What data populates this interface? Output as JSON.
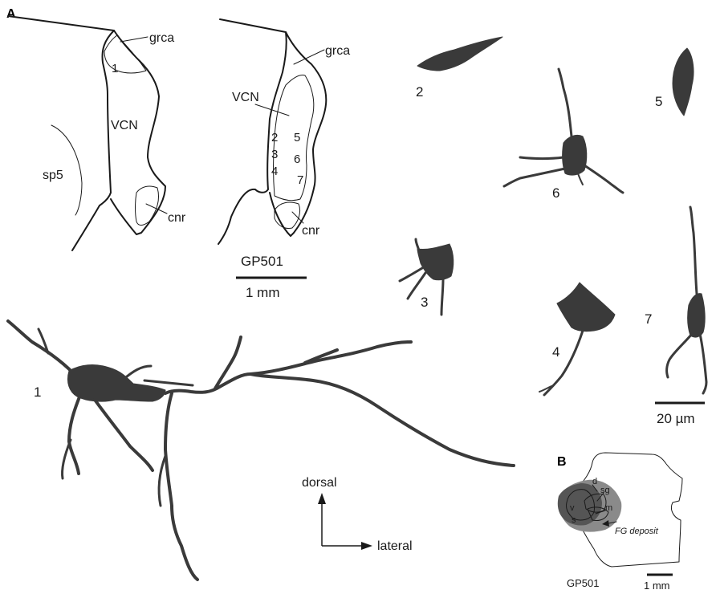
{
  "panels": {
    "a": "A",
    "b": "B"
  },
  "section_left": {
    "grca": "grca",
    "cell_1": "1",
    "vcn": "VCN",
    "sp5": "sp5",
    "cnr": "cnr"
  },
  "section_right": {
    "grca": "grca",
    "vcn": "VCN",
    "cell_2": "2",
    "cell_3": "3",
    "cell_4": "4",
    "cell_5": "5",
    "cell_6": "6",
    "cell_7": "7",
    "cnr": "cnr",
    "case_id": "GP501",
    "scale_label": "1 mm"
  },
  "cells": {
    "n1": "1",
    "n2": "2",
    "n3": "3",
    "n4": "4",
    "n5": "5",
    "n6": "6",
    "n7": "7",
    "scale_label": "20 µm"
  },
  "orientation": {
    "dorsal": "dorsal",
    "lateral": "lateral"
  },
  "inset": {
    "d": "d",
    "sg": "sg",
    "v": "v",
    "m": "m",
    "s": "s",
    "deposit": "FG deposit",
    "case_id": "GP501",
    "scale_label": "1 mm"
  }
}
